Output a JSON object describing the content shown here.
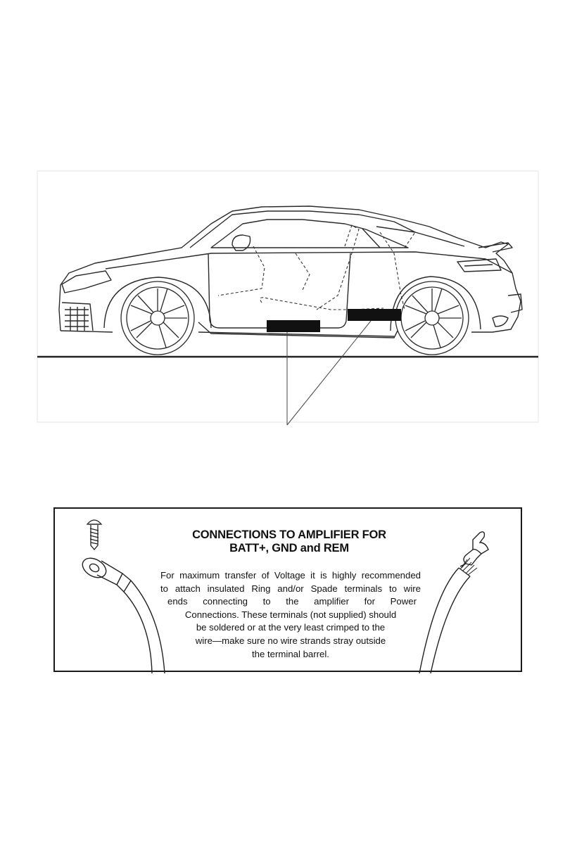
{
  "connections_box": {
    "title_line1": "CONNECTIONS TO AMPLIFIER FOR",
    "title_line2": "BATT+, GND and REM",
    "body_lines": [
      "For maximum transfer of Voltage it is highly recommended",
      "to attach insulated Ring and/or Spade terminals to wire",
      "ends connecting to the amplifier for Power",
      "Connections. These terminals (not supplied) should",
      "be soldered or at the very least crimped to the",
      "wire—make sure no wire strands stray outside",
      "the terminal barrel."
    ]
  },
  "icons": {
    "screw": "screw-icon",
    "ring_terminal": "ring-terminal-icon",
    "spade_terminal": "spade-terminal-icon",
    "stripped_wire": "stripped-wire-icon"
  },
  "colors": {
    "line": "#2a2a2a",
    "label_block": "#111111",
    "background": "#ffffff"
  }
}
